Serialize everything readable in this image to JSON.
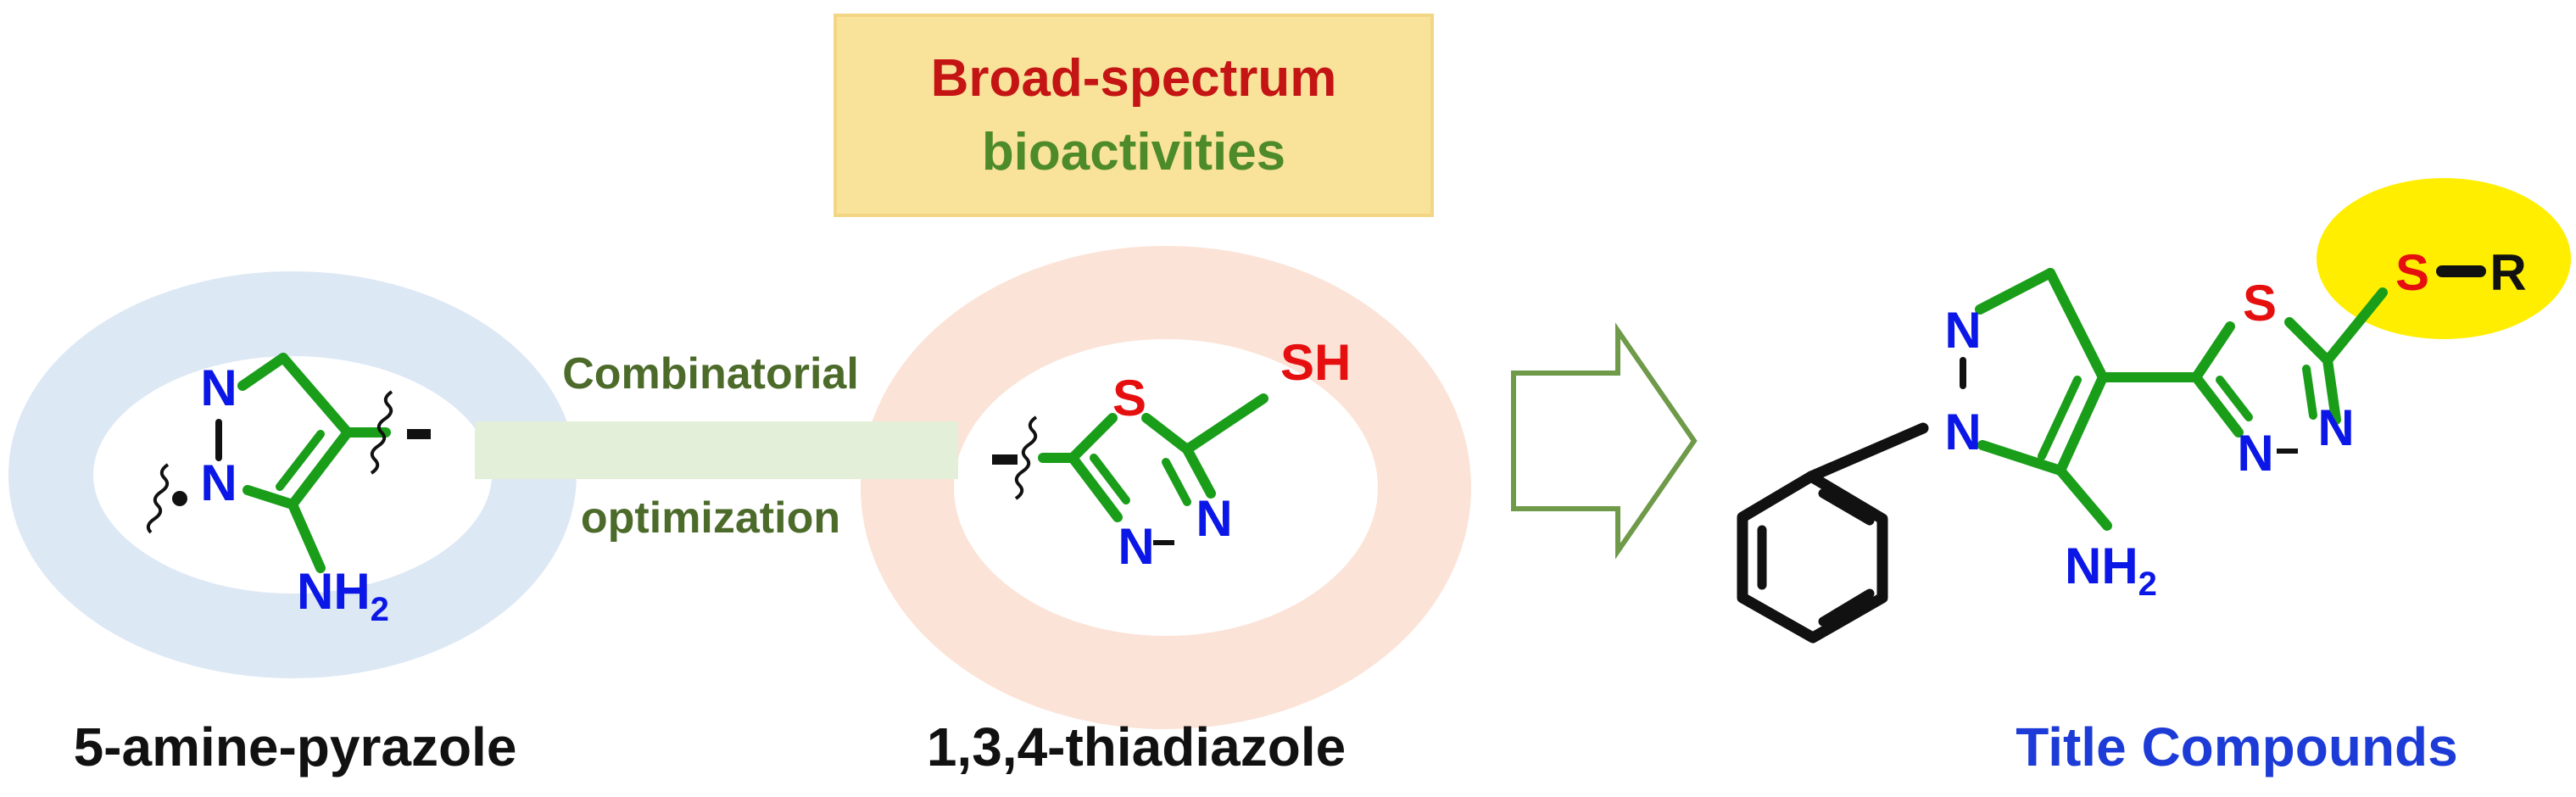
{
  "highlight_box": {
    "line1": "Broad-spectrum",
    "line2": "bioactivities"
  },
  "link": {
    "line1": "Combinatorial",
    "line2": "optimization"
  },
  "labels": {
    "pyrazole": "5-amine-pyrazole",
    "thiadiazole": "1,3,4-thiadiazole",
    "product": "Title Compounds"
  },
  "atoms": {
    "N": "N",
    "S": "S",
    "SH": "SH",
    "R": "R",
    "NH": "NH",
    "sub2": "2"
  },
  "colors": {
    "bond_green": "#1a9e1a",
    "nitrogen_blue": "#0b17e6",
    "sulfur_red": "#e60f0f",
    "box_fill": "#f9e29a",
    "box_text_red": "#c41414",
    "box_text_green": "#4d8a2a",
    "link_text": "#4c6b2a",
    "pyrazole_ring": "#dde8f5",
    "thiadiazole_ring": "#fbe3d7",
    "arrow_stroke": "#6e9a4a",
    "highlight_ellipse": "#ffee00",
    "title_blue": "#1d3bd6"
  }
}
